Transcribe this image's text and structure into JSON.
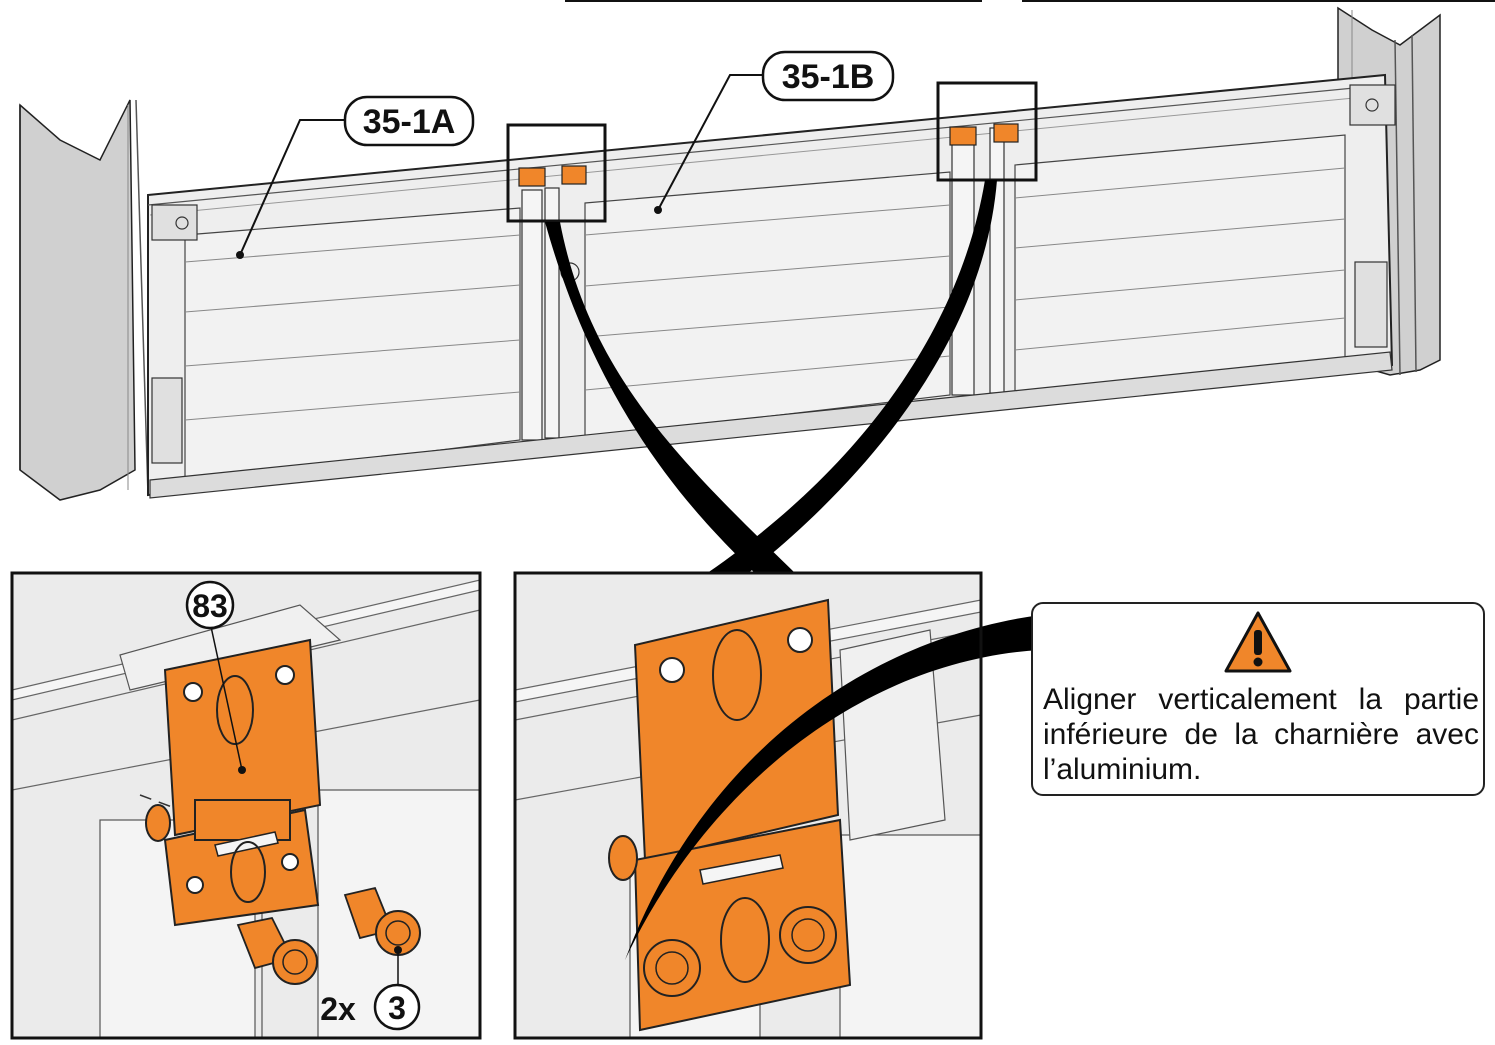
{
  "callouts": {
    "panel_a": "35-1A",
    "panel_b": "35-1B",
    "hinge_part": "83",
    "screw_part": "3",
    "screw_qty": "2x"
  },
  "note": {
    "icon": "warning-triangle-icon",
    "text": "Aligner verticalement la partie inférieure de la charnière avec l’aluminium."
  },
  "colors": {
    "hinge": "#f0862a",
    "frame": "#e6e6e6",
    "post": "#d2d2d2",
    "outline": "#111111",
    "strap": "#000000"
  }
}
